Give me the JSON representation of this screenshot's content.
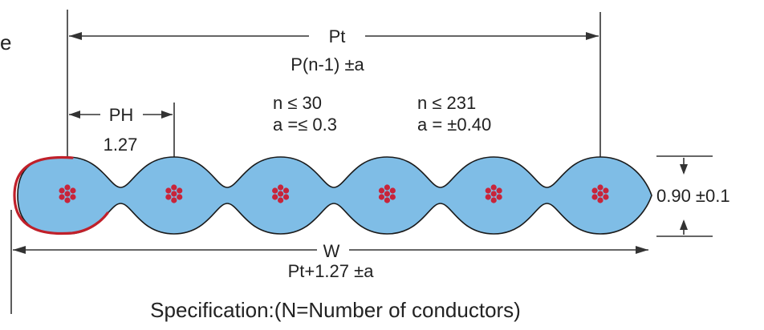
{
  "partial_label": "e",
  "pt": {
    "label": "Pt",
    "formula": "P(n-1) ±a"
  },
  "tolerance": {
    "left": {
      "n": "n ≤ 30",
      "a": "a =≤ 0.3"
    },
    "right": {
      "n": "n ≤ 231",
      "a": "a = ±0.40"
    }
  },
  "pitch": {
    "label": "PH",
    "value": "1.27"
  },
  "thickness": {
    "value": "0.90 ±0.1"
  },
  "width": {
    "label": "W",
    "formula": "Pt+1.27 ±a"
  },
  "caption": "Specification:(N=Number of conductors)",
  "cable": {
    "lobe_count": 6,
    "conductor_strands_per_lobe": 7,
    "colors": {
      "insulation_fill": "#7fbde6",
      "insulation_outline": "#1a1a1a",
      "first_lobe_outline": "#c0202a",
      "conductor": "#c8243a",
      "dimension_lines": "#333333"
    }
  }
}
